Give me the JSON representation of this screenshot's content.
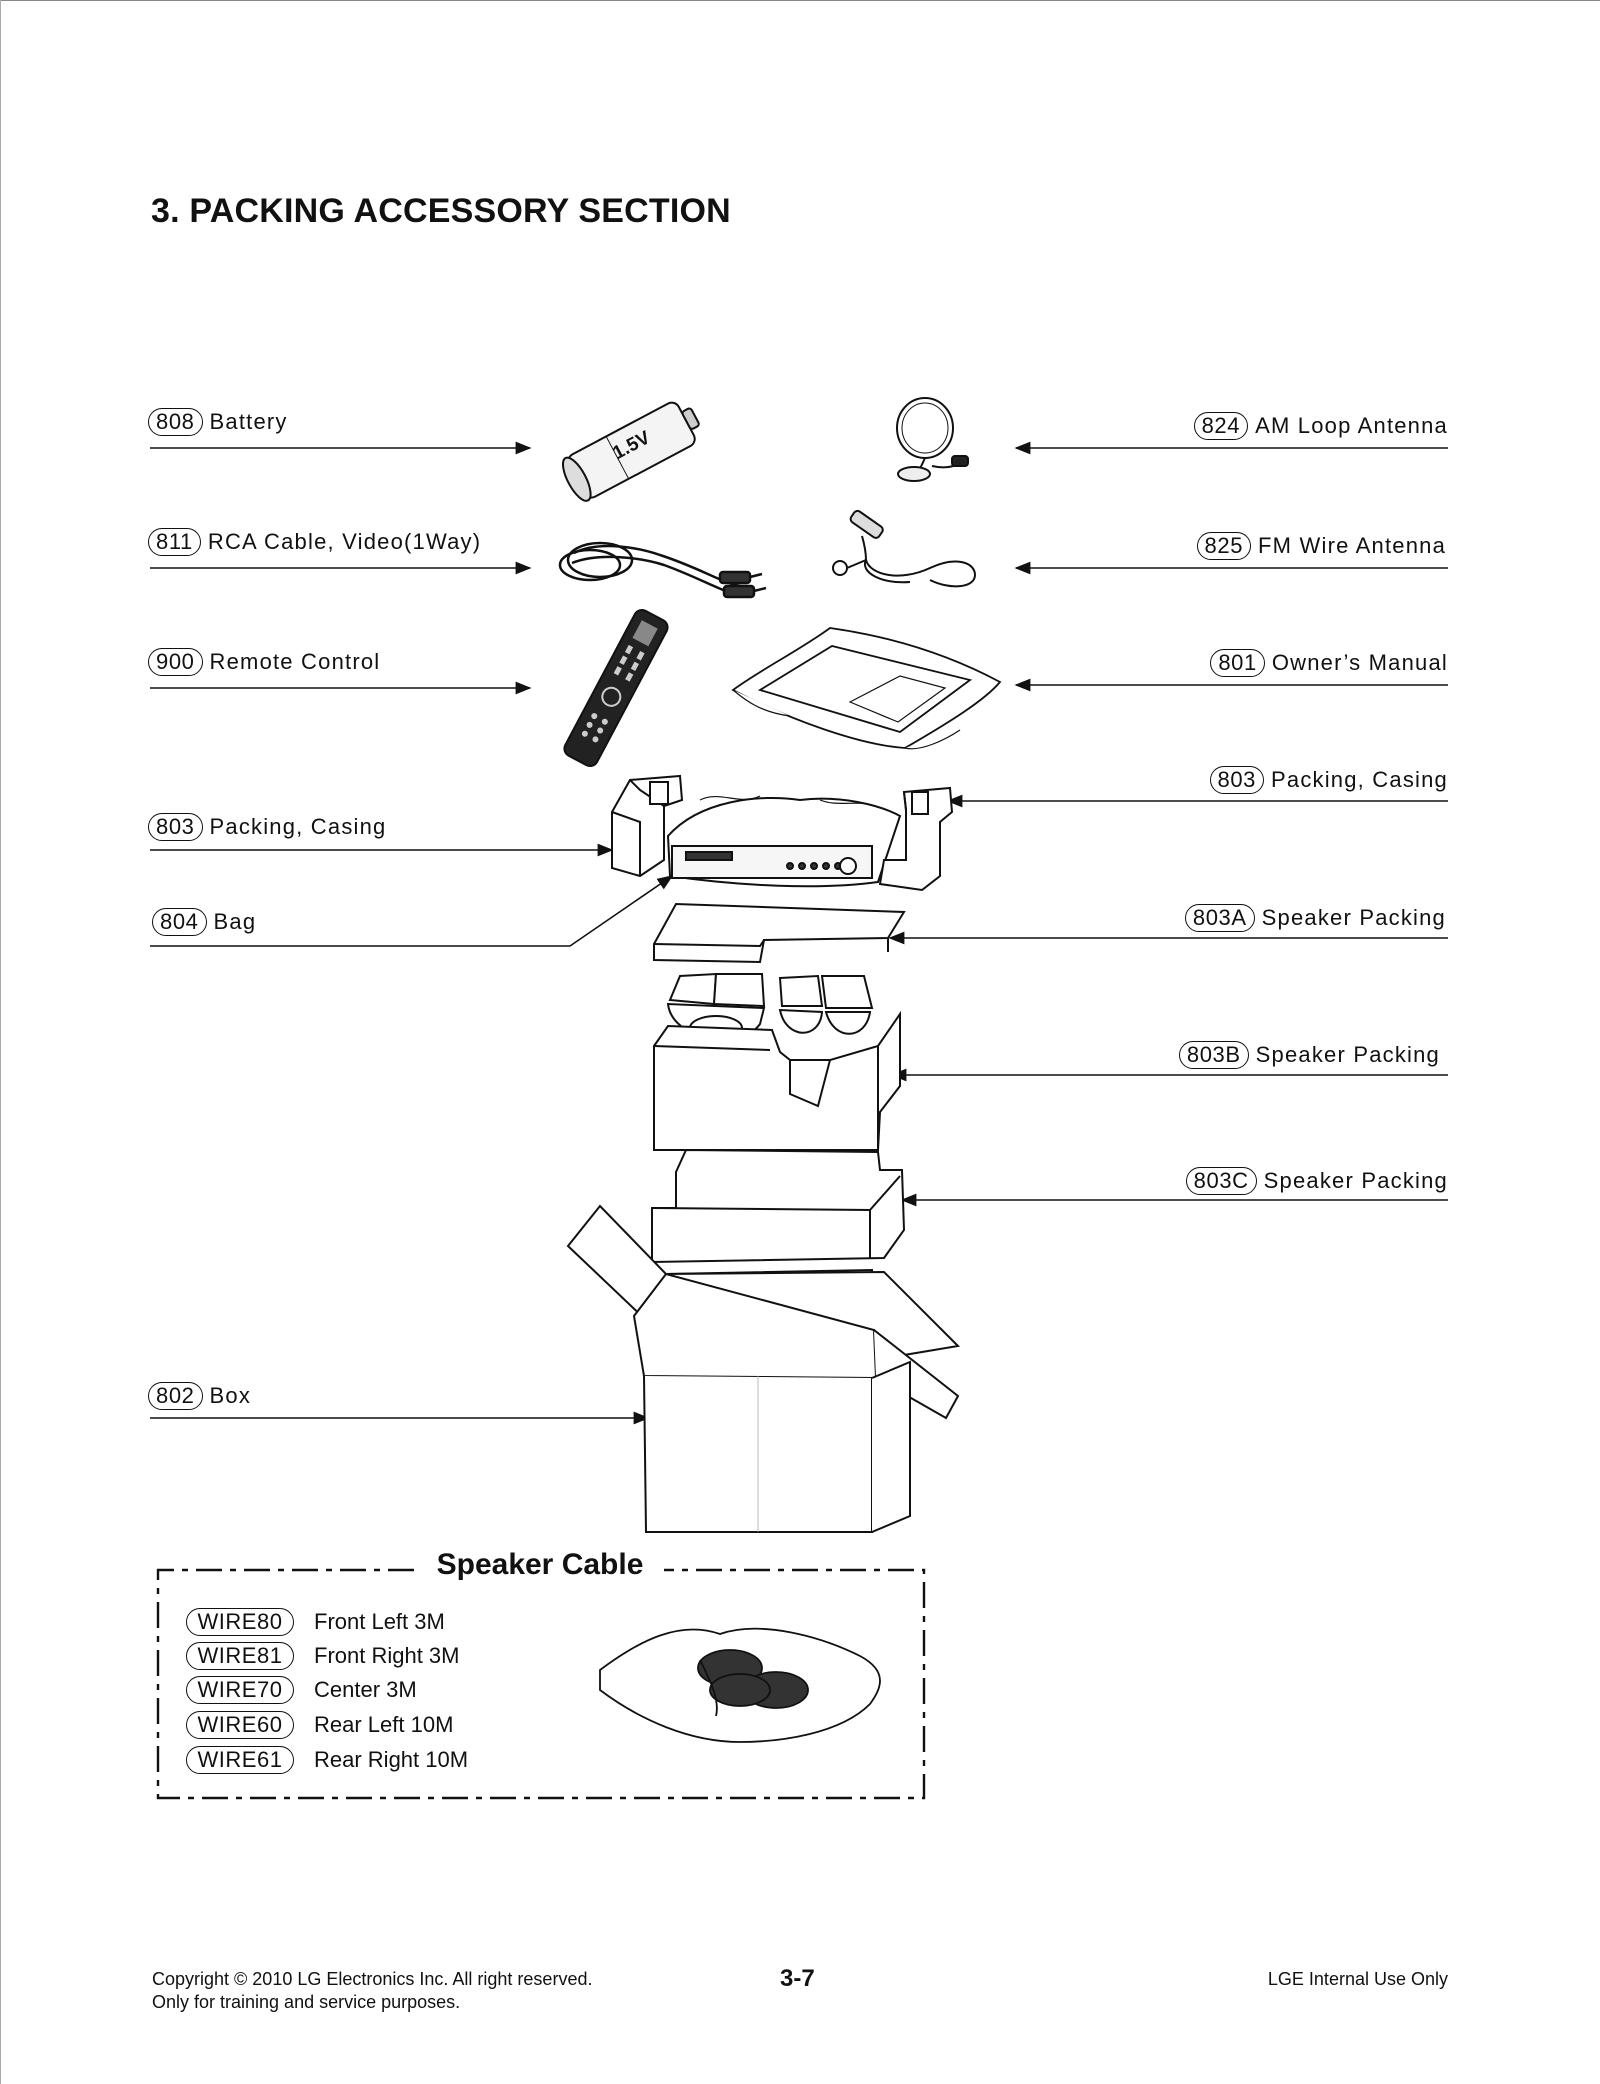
{
  "title": "3. PACKING ACCESSORY SECTION",
  "battery_text": "1.5V",
  "parts": [
    {
      "code": "808",
      "label": "Battery"
    },
    {
      "code": "811",
      "label": "RCA Cable, Video(1Way)"
    },
    {
      "code": "900",
      "label": "Remote Control"
    },
    {
      "code": "803",
      "label": "Packing, Casing"
    },
    {
      "code": "804",
      "label": "Bag"
    },
    {
      "code": "802",
      "label": "Box"
    },
    {
      "code": "824",
      "label": "AM Loop Antenna"
    },
    {
      "code": "825",
      "label": "FM Wire Antenna"
    },
    {
      "code": "801",
      "label": "Owner’s Manual"
    },
    {
      "code": "803",
      "label": "Packing, Casing"
    },
    {
      "code": "803A",
      "label": "Speaker Packing"
    },
    {
      "code": "803B",
      "label": "Speaker Packing"
    },
    {
      "code": "803C",
      "label": "Speaker Packing"
    }
  ],
  "speaker_cable": {
    "title": "Speaker Cable",
    "wires": [
      {
        "code": "WIRE80",
        "label": "Front Left 3M"
      },
      {
        "code": "WIRE81",
        "label": "Front Right 3M"
      },
      {
        "code": "WIRE70",
        "label": "Center 3M"
      },
      {
        "code": "WIRE60",
        "label": "Rear Left 10M"
      },
      {
        "code": "WIRE61",
        "label": "Rear Right 10M"
      }
    ]
  },
  "footer": {
    "copyright": "Copyright © 2010 LG Electronics Inc. All right reserved.",
    "training": "Only for training and service purposes.",
    "page": "3-7",
    "internal": "LGE Internal Use Only"
  }
}
